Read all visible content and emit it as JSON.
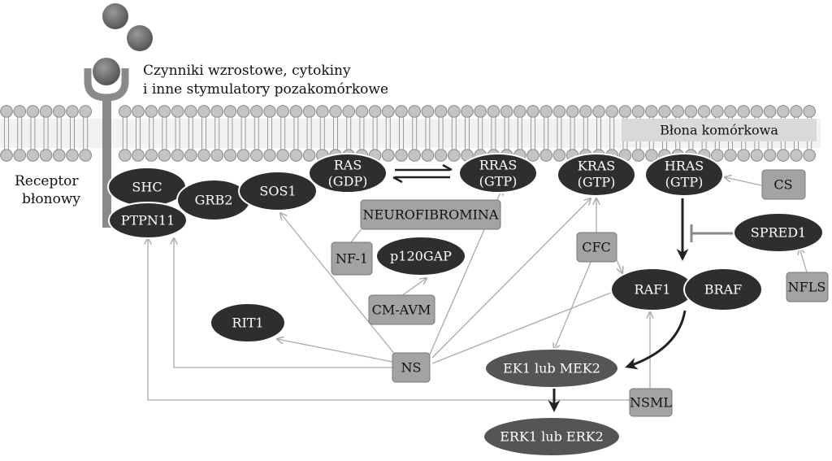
{
  "stimulus_caption": {
    "line1": "Czynniki wzrostowe, cytokiny",
    "line2": "i inne stymulatory pozakomórkowe"
  },
  "membrane_label": "Błona komórkowa",
  "receptor_label": {
    "line1": "Receptor",
    "line2": "błonowy"
  },
  "nodes": {
    "shc": "SHC",
    "ptpn11": "PTPN11",
    "grb2": "GRB2",
    "sos1": "SOS1",
    "ras_gdp": {
      "line1": "RAS",
      "line2": "(GDP)"
    },
    "rras_gtp": {
      "line1": "RRAS",
      "line2": "(GTP)"
    },
    "kras_gtp": {
      "line1": "KRAS",
      "line2": "(GTP)"
    },
    "hras_gtp": {
      "line1": "HRAS",
      "line2": "(GTP)"
    },
    "cs": "CS",
    "neurofibromina": "NEUROFIBROMINA",
    "nf1": "NF-1",
    "p120gap": "p120GAP",
    "cm_avm": "CM-AVM",
    "cfc": "CFC",
    "spred1": "SPRED1",
    "nfls": "NFLS",
    "raf1": "RAF1",
    "braf": "BRAF",
    "rit1": "RIT1",
    "ns": "NS",
    "mek": "EK1 lub MEK2",
    "nsml": "NSML",
    "erk": "ERK1 lub  ERK2"
  },
  "colors": {
    "membrane_head": "#c4c4c4",
    "dark_node": "#2e2e2e",
    "mid_node": "#555555",
    "box": "#a3a3a3",
    "thin_arrow": "#aaaaaa",
    "thick_arrow": "#222222"
  }
}
